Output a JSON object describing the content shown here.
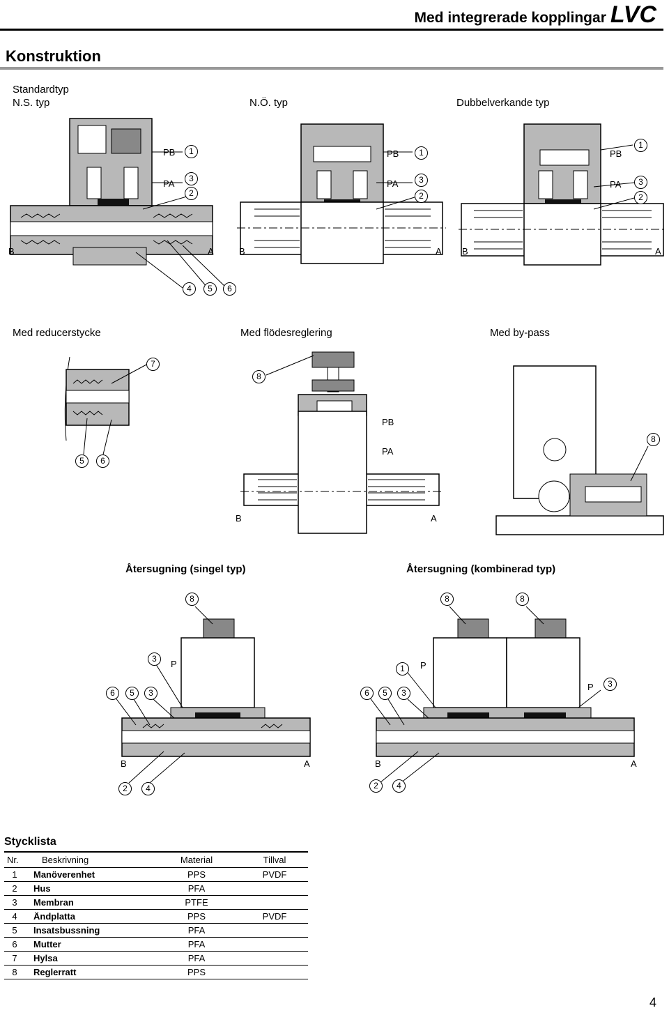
{
  "header": {
    "title": "Med integrerade kopplingar",
    "brand": "LVC"
  },
  "section_title": "Konstruktion",
  "top_row": {
    "standard_label_1": "Standardtyp",
    "standard_label_2": "N.S. typ",
    "no_label": "N.Ö. typ",
    "double_label": "Dubbelverkande typ"
  },
  "middle_row": {
    "reducer_label": "Med reducerstycke",
    "flow_label": "Med flödesreglering",
    "bypass_label": "Med by-pass"
  },
  "bottom_row": {
    "single_label": "Återsugning (singel typ)",
    "combined_label": "Återsugning (kombinerad typ)"
  },
  "ports": {
    "pb": "PB",
    "pa": "PA",
    "a": "A",
    "b": "B",
    "p": "P"
  },
  "callouts": {
    "n1": "1",
    "n2": "2",
    "n3": "3",
    "n4": "4",
    "n5": "5",
    "n6": "6",
    "n7": "7",
    "n8": "8"
  },
  "parts_list": {
    "title": "Stycklista",
    "headers": {
      "nr": "Nr.",
      "desc": "Beskrivning",
      "material": "Material",
      "option": "Tillval"
    },
    "rows": [
      {
        "nr": "1",
        "desc": "Manöverenhet",
        "material": "PPS",
        "option": "PVDF"
      },
      {
        "nr": "2",
        "desc": "Hus",
        "material": "PFA",
        "option": ""
      },
      {
        "nr": "3",
        "desc": "Membran",
        "material": "PTFE",
        "option": ""
      },
      {
        "nr": "4",
        "desc": "Ändplatta",
        "material": "PPS",
        "option": "PVDF"
      },
      {
        "nr": "5",
        "desc": "Insatsbussning",
        "material": "PFA",
        "option": ""
      },
      {
        "nr": "6",
        "desc": "Mutter",
        "material": "PFA",
        "option": ""
      },
      {
        "nr": "7",
        "desc": "Hylsa",
        "material": "PFA",
        "option": ""
      },
      {
        "nr": "8",
        "desc": "Reglerratt",
        "material": "PPS",
        "option": ""
      }
    ]
  },
  "page_number": "4"
}
